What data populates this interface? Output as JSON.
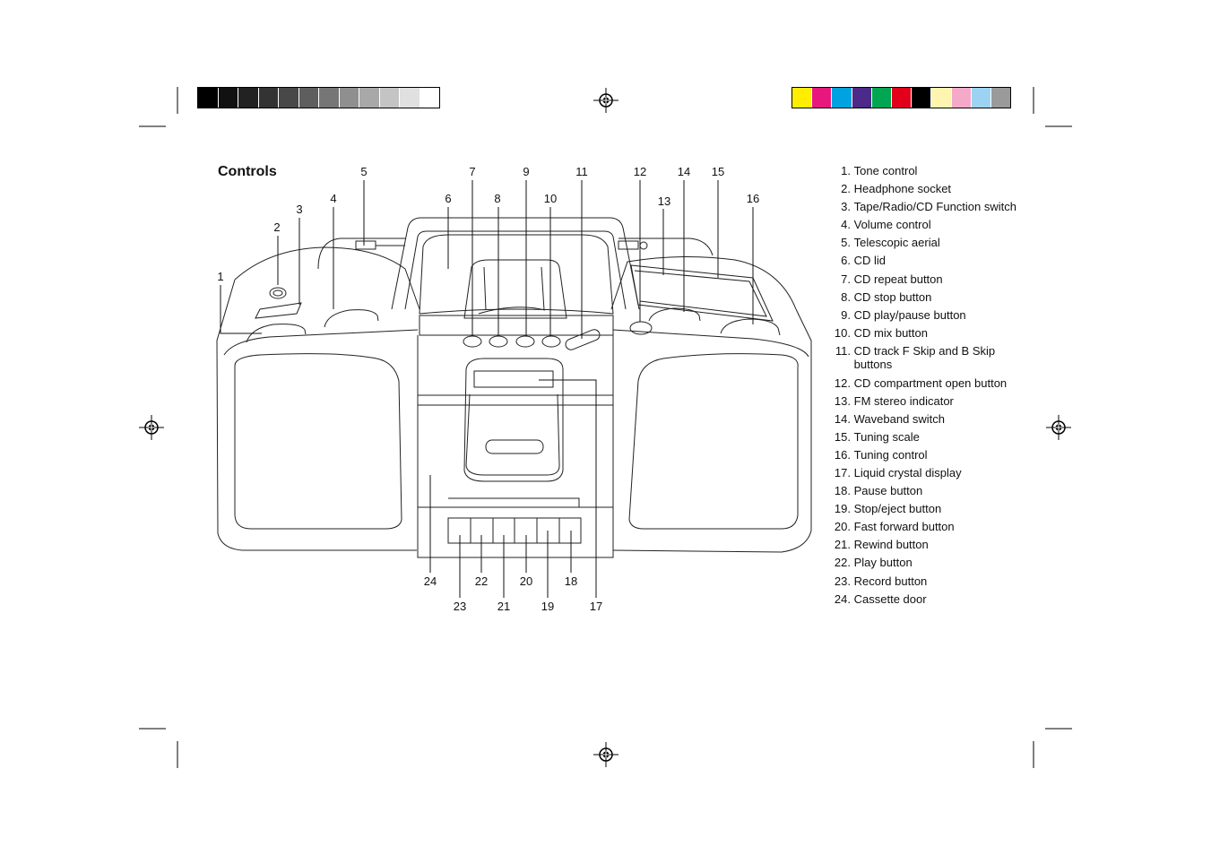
{
  "title": "Controls",
  "legend": [
    {
      "num": "1.",
      "text": "Tone control"
    },
    {
      "num": "2.",
      "text": "Headphone socket"
    },
    {
      "num": "3.",
      "text": "Tape/Radio/CD Function switch"
    },
    {
      "num": "4.",
      "text": "Volume control"
    },
    {
      "num": "5.",
      "text": "Telescopic aerial"
    },
    {
      "num": "6.",
      "text": "CD lid"
    },
    {
      "num": "7.",
      "text": "CD repeat button"
    },
    {
      "num": "8.",
      "text": "CD stop button"
    },
    {
      "num": "9.",
      "text": "CD play/pause button"
    },
    {
      "num": "10.",
      "text": "CD mix button"
    },
    {
      "num": "11.",
      "text": "CD track F Skip and B Skip buttons"
    },
    {
      "num": "12.",
      "text": "CD compartment open button"
    },
    {
      "num": "13.",
      "text": "FM stereo indicator"
    },
    {
      "num": "14.",
      "text": "Waveband switch"
    },
    {
      "num": "15.",
      "text": "Tuning scale"
    },
    {
      "num": "16.",
      "text": "Tuning control"
    },
    {
      "num": "17.",
      "text": "Liquid crystal display"
    },
    {
      "num": "18.",
      "text": "Pause button"
    },
    {
      "num": "19.",
      "text": "Stop/eject button"
    },
    {
      "num": "20.",
      "text": "Fast forward button"
    },
    {
      "num": "21.",
      "text": "Rewind button"
    },
    {
      "num": "22.",
      "text": "Play button"
    },
    {
      "num": "23.",
      "text": "Record button"
    },
    {
      "num": "24.",
      "text": "Cassette door"
    }
  ],
  "callouts": [
    "1",
    "2",
    "3",
    "4",
    "5",
    "6",
    "7",
    "8",
    "9",
    "10",
    "11",
    "12",
    "13",
    "14",
    "15",
    "16",
    "17",
    "18",
    "19",
    "20",
    "21",
    "22",
    "23",
    "24"
  ],
  "gray_swatches": [
    "#000000",
    "#111111",
    "#222222",
    "#333333",
    "#484848",
    "#5e5e5e",
    "#767676",
    "#8f8f8f",
    "#a8a8a8",
    "#c4c4c4",
    "#e0e0e0",
    "#ffffff"
  ],
  "color_swatches": [
    "#ffee00",
    "#e8177d",
    "#00a3e0",
    "#4b2a8a",
    "#00a651",
    "#e2001a",
    "#000000",
    "#fff4b0",
    "#f4a9c8",
    "#9dd3f2",
    "#9a9a9a"
  ]
}
